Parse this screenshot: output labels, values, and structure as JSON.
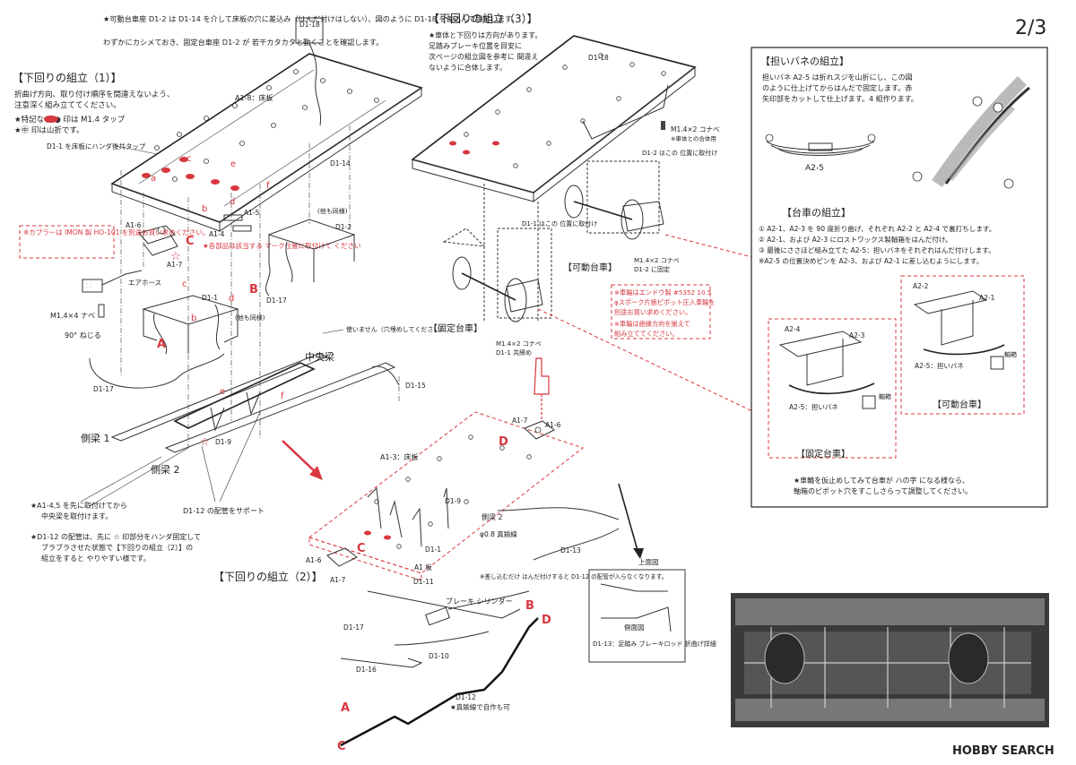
{
  "page_number": "2/3",
  "sections": {
    "sec1_title": "【下回りの組立（1）】",
    "sec1_note1": "折曲げ方向、取り付け順序を間違えないよう、",
    "sec1_note2": "注意深く組み立ててください。",
    "sec1_note3": "★特記なき ● 印は M1.4 タップ",
    "sec1_note4": "★㊥ 印は山折です。",
    "sec2_title": "【下回りの組立（2）】",
    "sec3_title": "【下回りの組立（3）】",
    "sec3_note1": "★車体と下回りは方向があります。",
    "sec3_note2": "足踏みブレーキ位置を目安に",
    "sec3_note3": "次ページの組立図を参考に 間違え",
    "sec3_note4": "ないように合体します。"
  },
  "top_note": {
    "line1": "★可動台車座 D1-2 は D1-14 を介して床板の穴に差込み（はんだ付けはしない）、図のように D1-18 を差込んで固定します。",
    "line2": "わずかにカシメておき、固定台車座 D1-2 が 若干カタカタと動くことを確認します。"
  },
  "labels": {
    "d1_18_top": "D1-18",
    "a1_8": "A1-8：床板",
    "d1_1_solder": "D1-1 を床板にハンダ後共タップ",
    "d1_14": "D1-14",
    "a1_5": "A1-5",
    "a1_4": "A1-4",
    "a1_6": "A1-6",
    "a1_7": "A1-7",
    "d1_2": "D1-2",
    "d1_1": "D1-1",
    "d1_17": "D1-17",
    "others_same": "(他も同様)",
    "others_same2": "(他も同様)",
    "air_hose": "エアホース",
    "m14x4": "M1.4×4 ナベ",
    "twist": "90° ねじる",
    "d1_17b": "D1-17",
    "side_beam1": "側梁 1",
    "side_beam2": "側梁 2",
    "center_beam": "中央梁",
    "not_used": "使いません（穴埋めしてください）",
    "d1_9": "D1-9",
    "d1_12_support": "D1-12 の配管をサポート",
    "d1_15": "D1-15",
    "coupler_note": "※カプラーは IMON 製 HO-101 を別途お買い求めください。",
    "solder_mark": "★各部品は該当する マーク位置に取付けて ください",
    "a14_note1": "★A1-4,5 を先に取付けてから",
    "a14_note2": "中央梁を取付けます。",
    "d112_note1": "★D1-12 の配管は、先に ☆ 印部分をハンダ固定して",
    "d112_note2": "ブラブラさせた状態で【下回りの組立（2）】の",
    "d112_note3": "組立をすると やりやすい様です。",
    "a1_3": "A1-3：床板",
    "a1_6b": "A1-6",
    "a1_7b": "A1-7",
    "a1_plate": "A1 板",
    "d1_9b": "D1-9",
    "d1_11": "D1-11",
    "d1_1b": "D1-1",
    "d1_13": "D1-13",
    "phosphor": "φ0.8 真鍮線",
    "side2": "側梁 2",
    "d1_17c": "D1-17",
    "d1_16": "D1-16",
    "d1_10": "D1-10",
    "d1_12": "D1-12",
    "brass_ok": "★真鍮線で自作も可",
    "brake_cyl": "ブレーキ シリンダー",
    "d112_insert": "※差し込むだけ はんだ付けすると D1-12 の配管が入らなくなります。",
    "top_view": "上面図",
    "side_view": "側面図",
    "d1_13_detail": "D1-13：足踏み ブレーキロッド 折曲げ詳細",
    "m14x2_a": "M1.4×2 コナベ",
    "m14x2_a2": "※車体との合体用",
    "d1_18b": "D1-18",
    "d1_2_fix": "D1-2 はこの 位置に取付け",
    "d1_1_pos": "D1-1 はこの 位置に取付け",
    "m14x2_b": "M1.4×2 コナベ",
    "m14x2_b2": "D1-2 に固定",
    "m14x2_c": "M1.4×2 コナベ",
    "m14x2_c2": "D1-1 共締め",
    "movable_truck": "【可動台車】",
    "fixed_truck": "【固定台車】",
    "wheel_note1": "※車輪はエンドウ製 #5352 10.5",
    "wheel_note2": "φスポーク片絶ピボット圧入車輪を",
    "wheel_note3": "別途お買い求めください。",
    "wheel_note4": "※車輪は絶縁方向を揃えて",
    "wheel_note5": "組み立ててください。",
    "letter_A": "A",
    "letter_B": "B",
    "letter_C": "C",
    "letter_D": "D",
    "letter_a": "a",
    "letter_b": "b",
    "letter_c": "c",
    "letter_d": "d",
    "letter_e": "e",
    "letter_f": "f"
  },
  "spring_box": {
    "title": "【担いバネの組立】",
    "text1": "担いバネ A2-5 は折れスジを山折にし、この図",
    "text2": "のように仕上げてからはんだで固定します。赤",
    "text3": "矢印部をカットして仕上げます。4 組作ります。",
    "spring_label": "A2-5",
    "truck_title": "【台車の組立】",
    "step1": "① A2-1、A2-3 を 90 度折り曲げ、それぞれ A2-2 と A2-4 で裏打ちします。",
    "step2": "② A2-1、および A2-3 にロストワックス製軸箱をはんだ付け。",
    "step3": "③ 最後にささほど組み立てた A2-5：担いバネをそれぞれはんだ付けします。",
    "step4": "※A2-5 の位置決めピンを A2-3、および A2-1 に差し込むようにします。",
    "a2_2": "A2-2",
    "a2_1": "A2-1",
    "a2_4": "A2-4",
    "a2_3": "A2-3",
    "axle_box": "軸箱",
    "axle_box2": "軸箱",
    "a2_5_m": "A2-5：担いバネ",
    "a2_5_f": "A2-5：担いバネ",
    "movable": "【可動台車】",
    "fixed": "【固定台車】",
    "hachi1": "★車輪を仮止めしてみて台車が ハの字 になる様なら、",
    "hachi2": "軸箱のピボット穴をすこしさらって調整してください。"
  },
  "watermark": "HOBBY SEARCH",
  "colors": {
    "accent_red": "#d8373f",
    "line": "#222222"
  }
}
